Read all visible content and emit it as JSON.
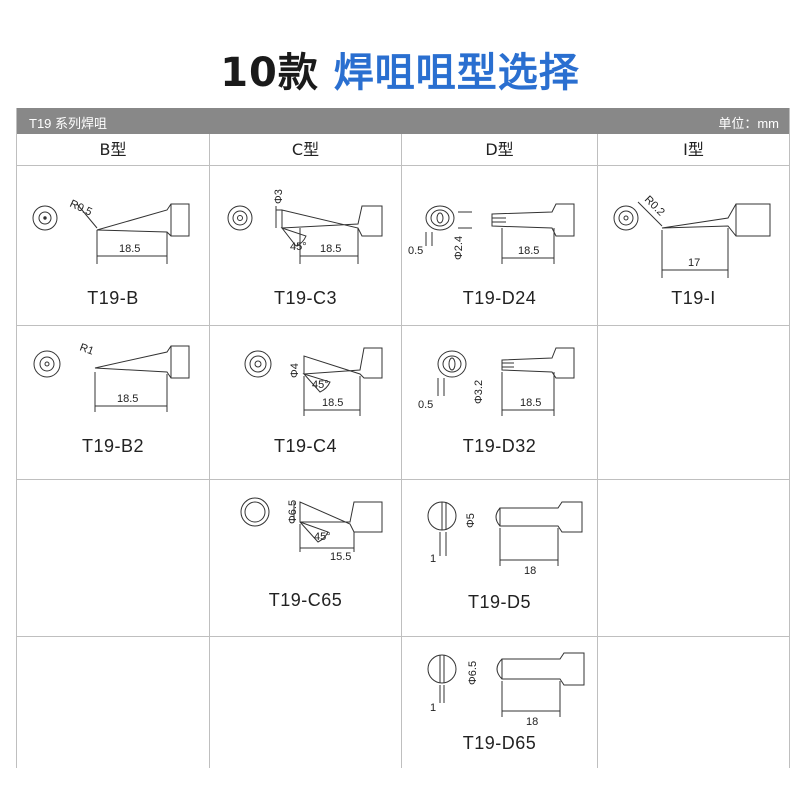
{
  "title": {
    "num": "10款",
    "highlight": "焊咀咀型选择"
  },
  "header": {
    "series": "T19 系列焊咀",
    "unit": "单位：mm"
  },
  "columns": [
    "B型",
    "C型",
    "D型",
    "I型"
  ],
  "tips": {
    "B": {
      "label": "T19-B",
      "radius": "R0.5",
      "length": "18.5"
    },
    "B2": {
      "label": "T19-B2",
      "radius": "R1",
      "length": "18.5"
    },
    "C3": {
      "label": "T19-C3",
      "dia": "Φ3",
      "angle": "45°",
      "length": "18.5"
    },
    "C4": {
      "label": "T19-C4",
      "dia": "Φ4",
      "angle": "45°",
      "length": "18.5"
    },
    "C65": {
      "label": "T19-C65",
      "dia": "Φ6.5",
      "angle": "45°",
      "length": "15.5"
    },
    "D24": {
      "label": "T19-D24",
      "width": "0.5",
      "dia": "Φ2.4",
      "length": "18.5"
    },
    "D32": {
      "label": "T19-D32",
      "width": "0.5",
      "dia": "Φ3.2",
      "length": "18.5"
    },
    "D5": {
      "label": "T19-D5",
      "width": "1",
      "dia": "Φ5",
      "length": "18"
    },
    "D65": {
      "label": "T19-D65",
      "width": "1",
      "dia": "Φ6.5",
      "length": "18"
    },
    "I": {
      "label": "T19-I",
      "radius": "R0.2",
      "length": "17"
    }
  }
}
